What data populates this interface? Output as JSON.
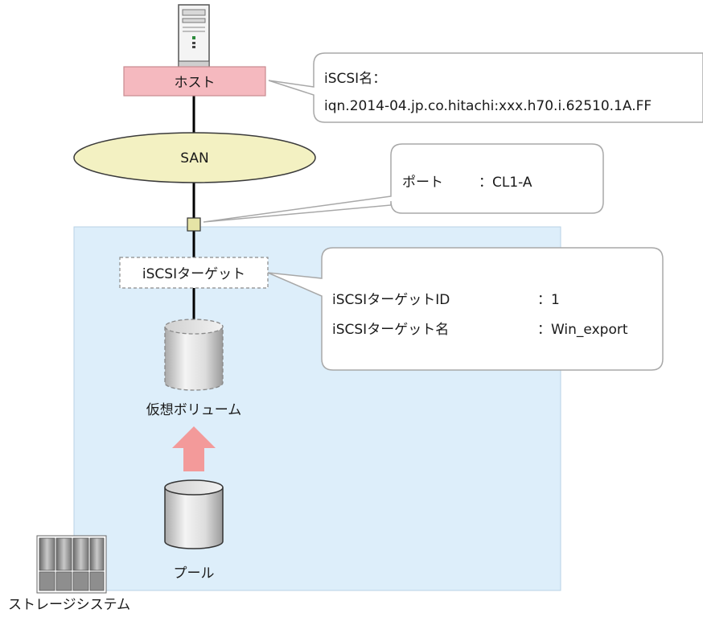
{
  "host": {
    "label": "ホスト"
  },
  "host_callout": {
    "line1": "iSCSI名：",
    "line2": "iqn.2014-04.jp.co.hitachi:xxx.h70.i.62510.1A.FF"
  },
  "san": {
    "label": "SAN"
  },
  "port_callout": {
    "key": "ポート",
    "value": "：CL1-A"
  },
  "target": {
    "label": "iSCSIターゲット"
  },
  "target_callout": {
    "row1_key": "iSCSIターゲットID",
    "row1_value": "：1",
    "row2_key": "iSCSIターゲット名",
    "row2_value": "：Win_export"
  },
  "virtual_volume": {
    "label": "仮想ボリューム"
  },
  "pool": {
    "label": "プール"
  },
  "storage_system": {
    "label": "ストレージシステム"
  },
  "colors": {
    "storage_area": "#ddeefa",
    "host_box": "#f5b9bf",
    "san_ellipse": "#f3f1c2",
    "port": "#e6e4a6",
    "arrow": "#f39a9a"
  }
}
